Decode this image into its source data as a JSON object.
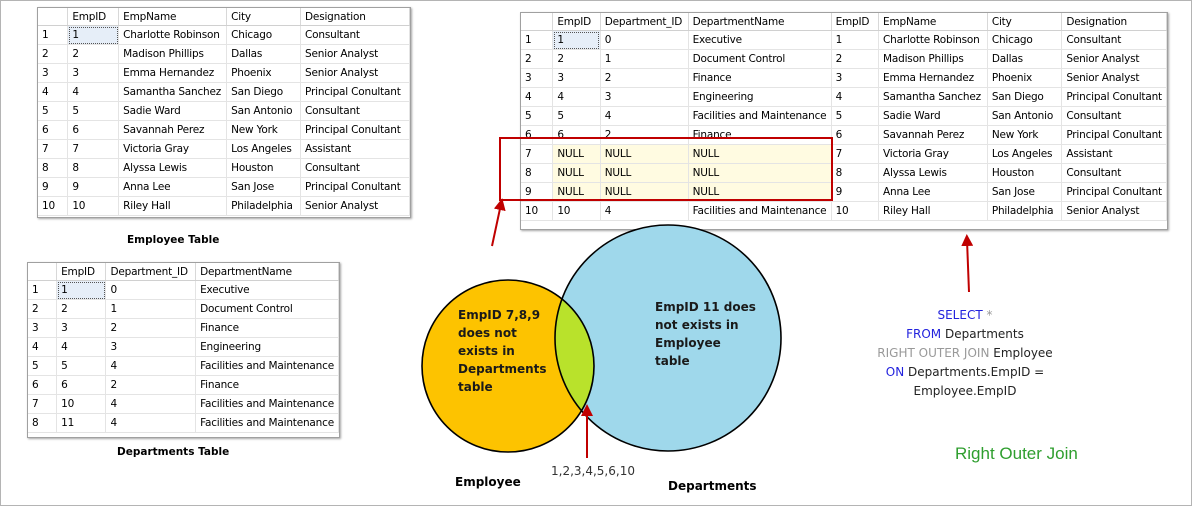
{
  "employee_table": {
    "caption": "Employee Table",
    "columns": [
      "EmpID",
      "EmpName",
      "City",
      "Designation"
    ],
    "rows": [
      [
        "1",
        "1",
        "Charlotte Robinson",
        "Chicago",
        "Consultant"
      ],
      [
        "2",
        "2",
        "Madison Phillips",
        "Dallas",
        "Senior Analyst"
      ],
      [
        "3",
        "3",
        "Emma Hernandez",
        "Phoenix",
        "Senior Analyst"
      ],
      [
        "4",
        "4",
        "Samantha Sanchez",
        "San Diego",
        "Principal Conultant"
      ],
      [
        "5",
        "5",
        "Sadie Ward",
        "San Antonio",
        "Consultant"
      ],
      [
        "6",
        "6",
        "Savannah Perez",
        "New York",
        "Principal Conultant"
      ],
      [
        "7",
        "7",
        "Victoria Gray",
        "Los Angeles",
        "Assistant"
      ],
      [
        "8",
        "8",
        "Alyssa Lewis",
        "Houston",
        "Consultant"
      ],
      [
        "9",
        "9",
        "Anna Lee",
        "San Jose",
        "Principal Conultant"
      ],
      [
        "10",
        "10",
        "Riley Hall",
        "Philadelphia",
        "Senior Analyst"
      ]
    ]
  },
  "departments_table": {
    "caption": "Departments Table",
    "columns": [
      "EmpID",
      "Department_ID",
      "DepartmentName"
    ],
    "rows": [
      [
        "1",
        "1",
        "0",
        "Executive"
      ],
      [
        "2",
        "2",
        "1",
        "Document Control"
      ],
      [
        "3",
        "3",
        "2",
        "Finance"
      ],
      [
        "4",
        "4",
        "3",
        "Engineering"
      ],
      [
        "5",
        "5",
        "4",
        "Facilities and Maintenance"
      ],
      [
        "6",
        "6",
        "2",
        "Finance"
      ],
      [
        "7",
        "10",
        "4",
        "Facilities and Maintenance"
      ],
      [
        "8",
        "11",
        "4",
        "Facilities and Maintenance"
      ]
    ]
  },
  "result_table": {
    "columns": [
      "EmpID",
      "Department_ID",
      "DepartmentName",
      "EmpID",
      "EmpName",
      "City",
      "Designation"
    ],
    "rows": [
      [
        "1",
        "1",
        "0",
        "Executive",
        "1",
        "Charlotte Robinson",
        "Chicago",
        "Consultant"
      ],
      [
        "2",
        "2",
        "1",
        "Document Control",
        "2",
        "Madison Phillips",
        "Dallas",
        "Senior Analyst"
      ],
      [
        "3",
        "3",
        "2",
        "Finance",
        "3",
        "Emma Hernandez",
        "Phoenix",
        "Senior Analyst"
      ],
      [
        "4",
        "4",
        "3",
        "Engineering",
        "4",
        "Samantha Sanchez",
        "San Diego",
        "Principal Conultant"
      ],
      [
        "5",
        "5",
        "4",
        "Facilities and Maintenance",
        "5",
        "Sadie Ward",
        "San Antonio",
        "Consultant"
      ],
      [
        "6",
        "6",
        "2",
        "Finance",
        "6",
        "Savannah Perez",
        "New York",
        "Principal Conultant"
      ],
      [
        "7",
        "NULL",
        "NULL",
        "NULL",
        "7",
        "Victoria Gray",
        "Los Angeles",
        "Assistant"
      ],
      [
        "8",
        "NULL",
        "NULL",
        "NULL",
        "8",
        "Alyssa Lewis",
        "Houston",
        "Consultant"
      ],
      [
        "9",
        "NULL",
        "NULL",
        "NULL",
        "9",
        "Anna Lee",
        "San Jose",
        "Principal Conultant"
      ],
      [
        "10",
        "10",
        "4",
        "Facilities and Maintenance",
        "10",
        "Riley Hall",
        "Philadelphia",
        "Senior Analyst"
      ]
    ]
  },
  "venn": {
    "left_text": [
      "EmpID 7,8,9",
      "does not",
      "exists in",
      "Departments",
      "table"
    ],
    "right_text": [
      "EmpID 11 does",
      "not exists in",
      "Employee",
      "table"
    ],
    "left_label": "Employee",
    "right_label": "Departments",
    "intersection_label": "1,2,3,4,5,6,10",
    "left_color": "#fdc300",
    "right_color": "#9fd8eb",
    "intersection_color": "#b9e22b"
  },
  "sql": {
    "select_kw": "SELECT",
    "select_rest": " *",
    "from_kw": "FROM",
    "from_rest": " Departments",
    "join_kw": "RIGHT OUTER JOIN",
    "join_rest": " Employee",
    "on_kw": "ON",
    "on_rest": " Departments.EmpID =",
    "line5": "Employee.EmpID"
  },
  "title": "Right Outer Join",
  "colors": {
    "arrow": "#c00000",
    "highlight_box": "#c00000",
    "title": "#2e9e2e",
    "sql_keyword": "#2222dd",
    "sql_join": "#999999"
  }
}
